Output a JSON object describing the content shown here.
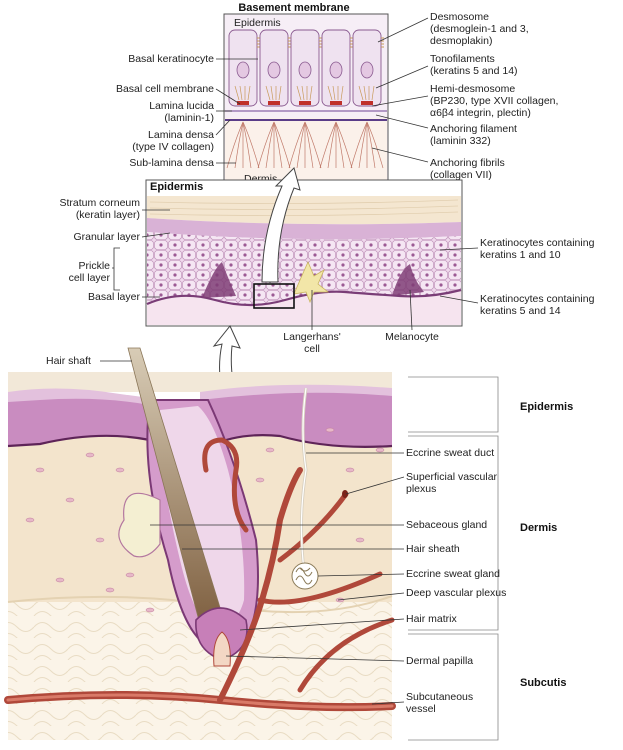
{
  "basement": {
    "title": "Basement membrane",
    "epidermis": "Epidermis",
    "dermis": "Dermis",
    "left_labels": {
      "basal_keratinocyte": "Basal keratinocyte",
      "basal_cell_membrane": "Basal cell membrane",
      "lamina_lucida": [
        "Lamina lucida",
        "(laminin-1)"
      ],
      "lamina_densa": [
        "Lamina densa",
        "(type IV collagen)"
      ],
      "sub_lamina_densa": "Sub-lamina densa"
    },
    "right_labels": {
      "desmosome": [
        "Desmosome",
        "(desmoglein-1 and 3,",
        "desmoplakin)"
      ],
      "tonofilaments": [
        "Tonofilaments",
        "(keratins 5 and 14)"
      ],
      "hemidesmosome": [
        "Hemi-desmosome",
        "(BP230, type XVII collagen,",
        "α6β4 integrin, plectin)"
      ],
      "anchoring_filament": [
        "Anchoring filament",
        "(laminin 332)"
      ],
      "anchoring_fibrils": [
        "Anchoring fibrils",
        "(collagen VII)"
      ]
    }
  },
  "epidermis_panel": {
    "title": "Epidermis",
    "left_labels": {
      "stratum_corneum": [
        "Stratum corneum",
        "(keratin layer)"
      ],
      "granular_layer": "Granular layer",
      "prickle_layer": [
        "Prickle",
        "cell layer"
      ],
      "basal_layer": "Basal layer"
    },
    "right_labels": {
      "keratinocytes_upper": [
        "Keratinocytes containing",
        "keratins 1 and 10"
      ],
      "keratinocytes_lower": [
        "Keratinocytes containing",
        "keratins 5 and 14"
      ]
    },
    "bottom_labels": {
      "langerhans": [
        "Langerhans'",
        "cell"
      ],
      "melanocyte": "Melanocyte"
    }
  },
  "skin": {
    "hair_shaft": "Hair shaft",
    "labels": {
      "eccrine_sweat_duct": "Eccrine sweat duct",
      "superficial_vascular_plexus": [
        "Superficial vascular",
        "plexus"
      ],
      "sebaceous_gland": "Sebaceous gland",
      "hair_sheath": "Hair sheath",
      "eccrine_sweat_gland": "Eccrine sweat gland",
      "deep_vascular_plexus": "Deep vascular plexus",
      "hair_matrix": "Hair matrix",
      "dermal_papilla": "Dermal papilla",
      "subcutaneous_vessel": [
        "Subcutaneous",
        "vessel"
      ]
    },
    "regions": {
      "epidermis": "Epidermis",
      "dermis": "Dermis",
      "subcutis": "Subcutis"
    }
  },
  "colors": {
    "epidermis_purple": "#b56aa8",
    "epidermis_light": "#e6c6e2",
    "dermis": "#f3e4cf",
    "subcutis": "#f8efe0",
    "vessel": "#b0483a",
    "hair": "#b9a88a"
  }
}
